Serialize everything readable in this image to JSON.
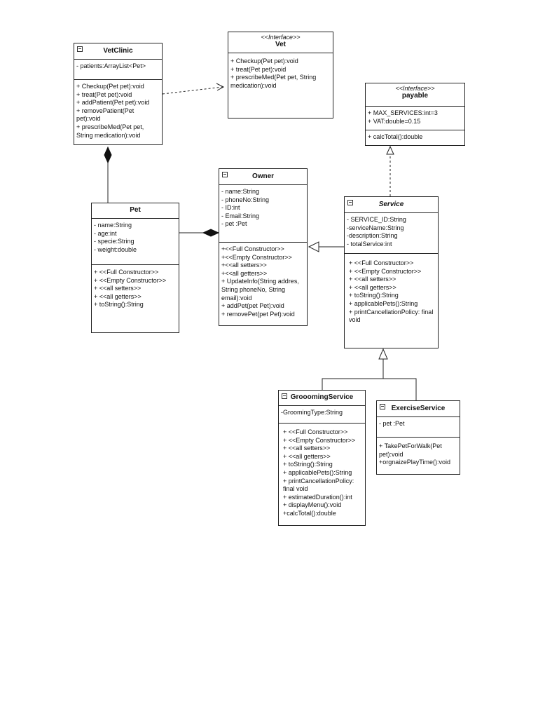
{
  "classes": {
    "vetclinic": {
      "name": "VetClinic",
      "attributes": [
        "- patients:ArrayList<Pet>"
      ],
      "methods": [
        "+ Checkup(Pet pet):void",
        "+ treat(Pet pet):void",
        "+ addPatient(Pet pet):void",
        "+ removePatient(Pet pet):void",
        "+ prescribeMed(Pet pet, String medication):void"
      ]
    },
    "vet": {
      "stereotype": "<<Interface>>",
      "name": "Vet",
      "methods": [
        "+ Checkup(Pet pet):void",
        "+ treat(Pet pet):void",
        "+ prescribeMed(Pet pet, String medication):void"
      ]
    },
    "payable": {
      "stereotype": "<<Interface>>",
      "name": "payable",
      "attributes": [
        "+ MAX_SERVICES:int=3",
        "+ VAT:double=0.15"
      ],
      "methods": [
        "+ calcTotal():double"
      ]
    },
    "owner": {
      "name": "Owner",
      "attributes": [
        "- name:String",
        "- phoneNo:String",
        "- ID:int",
        "- Email:String",
        "- pet :Pet"
      ],
      "methods": [
        "+<<Full Constructor>>",
        "+<<Empty Constructor>>",
        "+<<all setters>>",
        "+<<all getters>>",
        "+ UpdateInfo(String addres, String phoneNo, String email):void",
        "+ addPet(pet Pet):void",
        "+ removePet(pet Pet):void"
      ]
    },
    "pet": {
      "name": "Pet",
      "attributes": [
        "- name:String",
        "- age:int",
        "- specie:String",
        "- weight:double"
      ],
      "methods": [
        "+ <<Full Constructor>>",
        "+ <<Empty Constructor>>",
        "+ <<all setters>>",
        "+ <<all getters>>",
        "+ toString():String"
      ]
    },
    "service": {
      "name": "Service",
      "attributes": [
        "- SERVICE_ID:String",
        "-serviceName:String",
        "-description:String",
        "- totalService:int"
      ],
      "methods": [
        "+ <<Full Constructor>>",
        "+ <<Empty Constructor>>",
        "+ <<all setters>>",
        "+ <<all getters>>",
        "+ toString():String",
        "+ applicablePets():String",
        "+ printCancellationPolicy: final void"
      ]
    },
    "grooming": {
      "name": "GrooomingService",
      "attributes": [
        "-GroomingType:String"
      ],
      "methods": [
        "+ <<Full Constructor>>",
        "+ <<Empty Constructor>>",
        "+ <<all setters>>",
        "+ <<all getters>>",
        "+ toString():String",
        "+ applicablePets():String",
        "+ printCancellationPolicy: final void",
        "+ estimatedDuration():int",
        "+ displayMenu():void",
        "+calcTotal():double"
      ]
    },
    "exercise": {
      "name": "ExerciseService",
      "attributes": [
        "- pet :Pet"
      ],
      "methods": [
        "+ TakePetForWalk(Pet pet):void",
        "+orgnaizePlayTime():void"
      ]
    }
  },
  "relationships": [
    {
      "type": "realization",
      "from": "VetClinic",
      "to": "Vet"
    },
    {
      "type": "composition",
      "whole": "VetClinic",
      "part": "Pet"
    },
    {
      "type": "composition",
      "whole": "Owner",
      "part": "Pet"
    },
    {
      "type": "generalization",
      "from": "Service",
      "to": "Owner"
    },
    {
      "type": "realization",
      "from": "Service",
      "to": "payable"
    },
    {
      "type": "generalization",
      "from": "GrooomingService",
      "to": "Service"
    },
    {
      "type": "generalization",
      "from": "ExerciseService",
      "to": "Service"
    }
  ]
}
